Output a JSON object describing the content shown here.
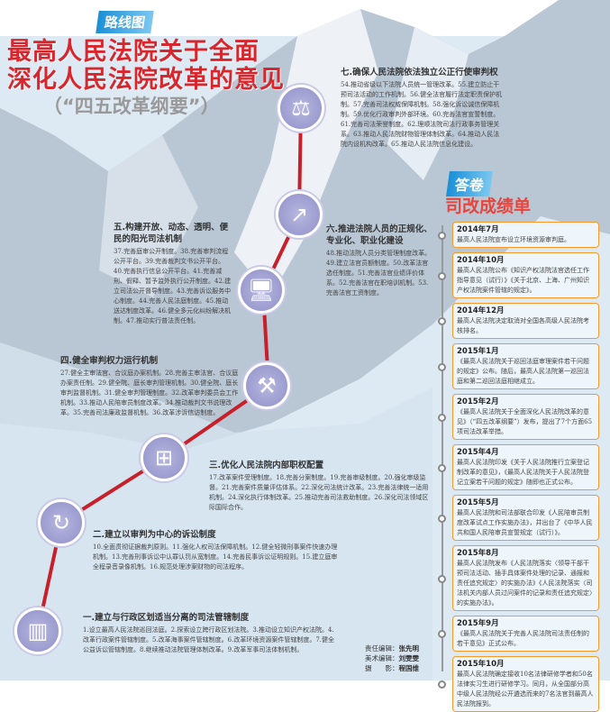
{
  "header": {
    "tag": "路线图",
    "title_line1": "最高人民法院关于全面",
    "title_line2": "深化人民法院改革的意见",
    "subtitle": "（“四五改革纲要”）"
  },
  "sections": [
    {
      "title": "七.确保人民法院依法独立公正行使审判权",
      "body": "54.推动省级以下法院人员统一管理改革。55.建立防止干预司法活动的工作机制。56.健全法官履行法定职责保护机制。57.完善司法权威保障机制。58.强化诉讼诚信保障机制。59.优化行政审判外部环境。60.完善法官宣誓制度。61.完善司法荣誉制度。62.理顺法院司法行政事务管理关系。63.推动人民法院财物管理体制改革。64.推动人民法院内设机构改革。65.推动人民法院信息化建设。"
    },
    {
      "title": "六.推进法院人员的正规化、专业化、职业化建设",
      "body": "48.推动法院人员分类管理制度改革。49.建立法官员额制度。50.改革法官选任制度。51.完善法官业绩评价体系。52.完善法官在职培训机制。53.完善法官工资制度。"
    },
    {
      "title": "五.构建开放、动态、透明、便民的阳光司法机制",
      "body": "37.完善庭审公开制度。38.完善审判流程公开平台。39.完善裁判文书公开平台。40.完善执行信息公开平台。41.完善减刑、假释、暂予监外执行公开制度。42.建立司法公开督导制度。43.完善诉讼服务中心制度。44.完善人民法庭制度。45.推动送达制度改革。46.健全多元化纠纷解决机制。47.推动实行普法责任制。"
    },
    {
      "title": "四.健全审判权力运行机制",
      "body": "27.健全主审法官、合议庭办案机制。28.完善主审法官、合议庭办案责任制。29.健全院、庭长审判管理机制。30.健全院、庭长审判监督机制。31.健全审判管理制度。32.改革审判委员会工作机制。33.推动人民陪审员制度改革。34.推动裁判文书说理改革。35.完善司法廉政监督机制。36.改革涉诉信访制度。"
    },
    {
      "title": "三.优化人民法院内部职权配置",
      "body": "17.改革案件受理制度。18.完善分案制度。19.完善审级制度。20.强化审级监督。21.完善案件质量评估体系。22.深化司法统计改革。23.完善法律统一适用机制。24.深化执行体制改革。25.推动完善司法救助制度。26.深化司法领域区际国际合作。"
    },
    {
      "title": "二.建立以审判为中心的诉讼制度",
      "body": "10.全面贯彻证据裁判原则。11.强化人权司法保障机制。12.健全轻微刑事案件快速办理机制。13.完善刑事诉讼中认罪认罚从宽制度。14.完善民事诉讼证明规则。15.建立庭审全程录音录像机制。16.规范处理涉案财物的司法程序。"
    },
    {
      "title": "一.建立与行政区划适当分离的司法管辖制度",
      "body": "1.设立最高人民法院巡回法庭。2.探索设立跨行政区划法院。3.推动设立知识产权法院。4.改革行政案件管辖制度。5.改革海事案件管辖制度。6.改革环境资源案件管辖制度。7.健全公益诉讼管辖制度。8.继续推动法院管理体制改革。9.改革军事司法体制机制。"
    }
  ],
  "answer": {
    "tag": "答卷",
    "title": "司改成绩单",
    "timeline": [
      {
        "date": "2014年7月",
        "text": "最高人民法院宣布设立环境资源审判庭。"
      },
      {
        "date": "2014年10月",
        "text": "最高人民法院公布《知识产权法院法官选任工作指导意见（试行）》《关于北京、上海、广州知识产权法院案件管辖的规定》。"
      },
      {
        "date": "2014年12月",
        "text": "最高人民法院决定取消对全国各高级人民法院考核排名。"
      },
      {
        "date": "2015年1月",
        "text": "《最高人民法院关于巡回法庭审理案件若干问题的规定》公布。随后，最高人民法院第一巡回法庭和第二巡回法庭相继成立。"
      },
      {
        "date": "2015年2月",
        "text": "《最高人民法院关于全面深化人民法院改革的意见》（“四五改革纲要”）发布，提出了7个方面65项司法改革举措。"
      },
      {
        "date": "2015年4月",
        "text": "最高人民法院印发《关于人民法院推行立案登记制改革的意见》，《最高人民法院关于人民法院登记立案若干问题的规定》随即也正式公布。"
      },
      {
        "date": "2015年5月",
        "text": "最高人民法院和司法部联合印发《人民陪审员制度改革试点工作实施办法》，并出台了《中华人民共和国人民陪审员宣誓规定（试行）》。"
      },
      {
        "date": "2015年8月",
        "text": "最高人民法院发布《人民法院落实〈领导干部干预司法活动、插手具体案件处理的记录、通报和责任追究规定〉的实施办法》《人民法院落实〈司法机关内部人员过问案件的记录和责任追究规定〉的实施办法》。"
      },
      {
        "date": "2015年9月",
        "text": "《最高人民法院关于完善人民法院司法责任制的若干意见》正式公布。"
      },
      {
        "date": "2015年10月",
        "text": "最高人民法院确定接收10名法律研修学者和50名法律实习生进行研修学习。同月，从全国部分高中级人民法院经公开遴选而来的7名法官到最高人民法院报到。"
      }
    ]
  },
  "credits": [
    {
      "label": "责任编辑：",
      "name": "张先明"
    },
    {
      "label": "美术编辑：",
      "name": "刘雯雯"
    },
    {
      "label": "摄　　影：",
      "name": "程国维"
    }
  ],
  "colors": {
    "accent": "#d9262c",
    "path": "#c8202a",
    "box_border": "#f39a2b"
  }
}
